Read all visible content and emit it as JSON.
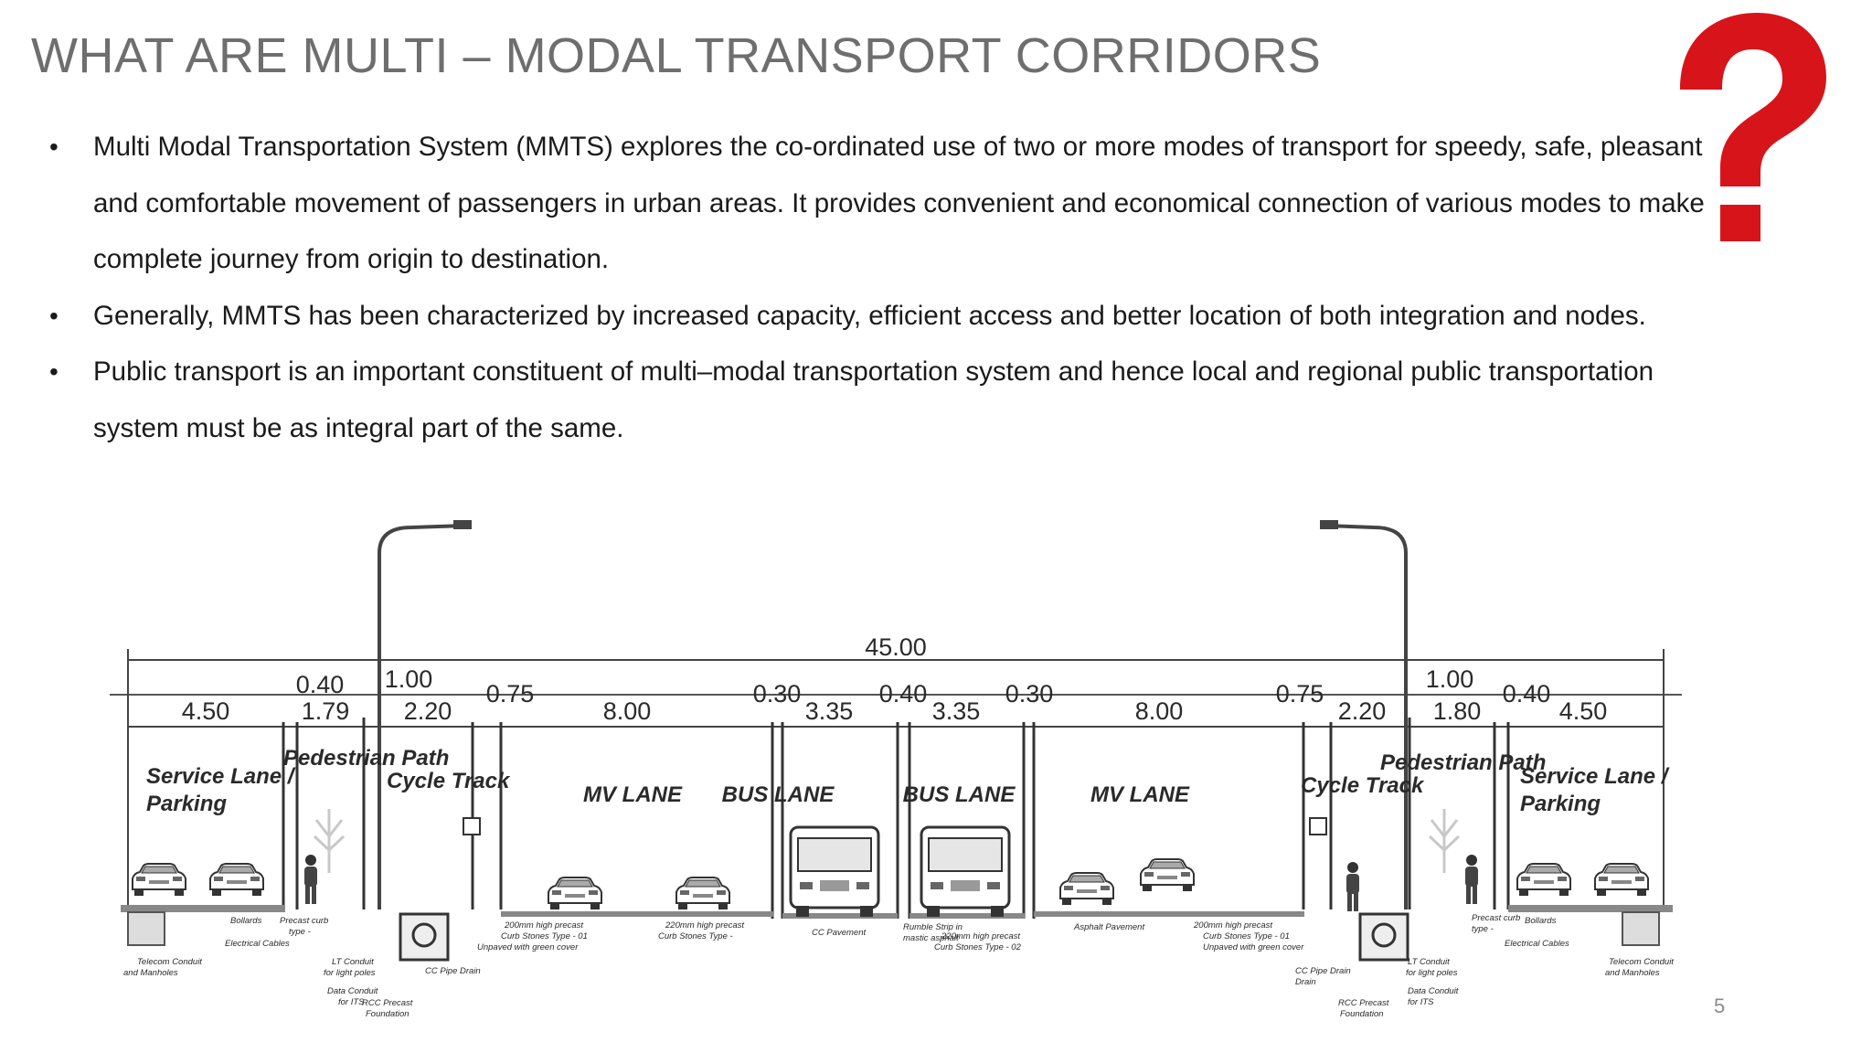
{
  "slide": {
    "title": "WHAT ARE MULTI – MODAL TRANSPORT CORRIDORS",
    "page_number": "5",
    "bullets": [
      "Multi Modal Transportation System (MMTS) explores the co-ordinated use of two or more modes of transport for speedy, safe, pleasant and comfortable movement of passengers in urban areas. It provides convenient and economical connection of various modes to make complete journey from origin to destination.",
      "Generally, MMTS has been characterized by increased capacity, efficient access and better location of both integration and nodes.",
      "Public transport is an important constituent of multi–modal transportation system and hence local and regional public transportation system must be as integral part of the same."
    ],
    "bullet_symbol": "•",
    "accent_color": "#d7141a"
  },
  "diagram": {
    "total_width": "45.00",
    "dimensions": [
      "4.50",
      "0.40",
      "1.79",
      "1.00",
      "2.20",
      "0.75",
      "8.00",
      "0.30",
      "3.35",
      "0.40",
      "3.35",
      "0.30",
      "8.00",
      "0.75",
      "2.20",
      "1.00",
      "1.80",
      "0.40",
      "4.50"
    ],
    "zones": {
      "service_left_1": "Service Lane /",
      "service_left_2": "Parking",
      "ped_left": "Pedestrian Path",
      "cycle_left": "Cycle Track",
      "mv_left": "MV LANE",
      "bus_left": "BUS LANE",
      "bus_right": "BUS LANE",
      "mv_right": "MV LANE",
      "cycle_right": "Cycle Track",
      "ped_right": "Pedestrian Path",
      "service_right_1": "Service Lane /",
      "service_right_2": "Parking"
    },
    "notes": {
      "bollards_l": "Bollards",
      "curb_l_1": "Precast curb",
      "curb_l_2": "type -",
      "elec_l": "Electrical Cables",
      "telecom_l_1": "Telecom Conduit",
      "telecom_l_2": "and Manholes",
      "lt_l_1": "LT Conduit",
      "lt_l_2": "for light poles",
      "data_l_1": "Data Conduit",
      "data_l_2": "for ITS",
      "ccpipe_l": "CC Pipe Drain",
      "rcc_l_1": "RCC Precast",
      "rcc_l_2": "Foundation",
      "curb200_l_1": "200mm high precast",
      "curb200_l_2": "Curb Stones Type - 01",
      "curb200_l_3": "Unpaved with green cover",
      "curb220_l_1": "220mm high precast",
      "curb220_l_2": "Curb Stones Type -",
      "ccpave": "CC Pavement",
      "rumble_1": "Rumble Strip in",
      "rumble_2": "mastic asphalt",
      "curb220_r_1": "220mm high precast",
      "curb220_r_2": "Curb Stones Type - 02",
      "asphalt": "Asphalt Pavement",
      "curb200_r_1": "200mm high precast",
      "curb200_r_2": "Curb Stones Type - 01",
      "curb200_r_3": "Unpaved with green cover",
      "ccpipe_r_1": "CC Pipe Drain",
      "ccpipe_r_2": "Drain",
      "rcc_r_1": "RCC Precast",
      "rcc_r_2": "Foundation",
      "lt_r_1": "LT Conduit",
      "lt_r_2": "for light poles",
      "data_r_1": "Data Conduit",
      "data_r_2": "for ITS",
      "curb_r_1": "Precast curb",
      "curb_r_2": "type -",
      "bollards_r": "Bollards",
      "elec_r": "Electrical Cables",
      "telecom_r_1": "Telecom Conduit",
      "telecom_r_2": "and Manholes"
    }
  }
}
